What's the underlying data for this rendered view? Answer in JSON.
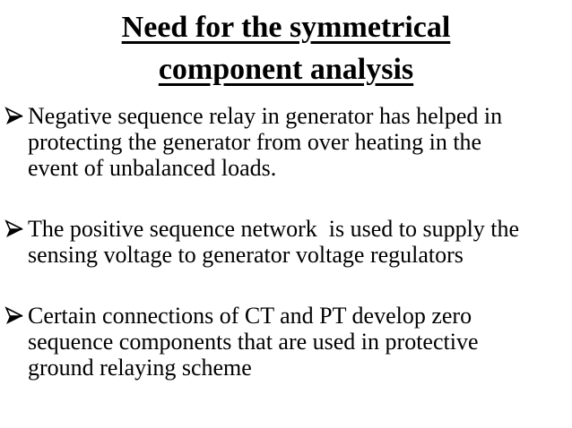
{
  "slide": {
    "colors": {
      "background": "#ffffff",
      "text": "#000000"
    },
    "title": {
      "lines": [
        "Need for the symmetrical",
        "component analysis"
      ]
    },
    "bullet_icon": "arrowhead-right-icon",
    "bullets": [
      {
        "lines": [
          "Negative sequence relay in generator has helped in",
          "protecting the generator from over heating in the",
          "event of unbalanced loads."
        ]
      },
      {
        "lines": [
          "The positive sequence network  is used to supply the",
          "sensing voltage to generator voltage regulators"
        ]
      },
      {
        "lines": [
          "Certain connections of CT and PT develop zero",
          "sequence components that are used in protective",
          "ground relaying scheme"
        ]
      }
    ]
  }
}
